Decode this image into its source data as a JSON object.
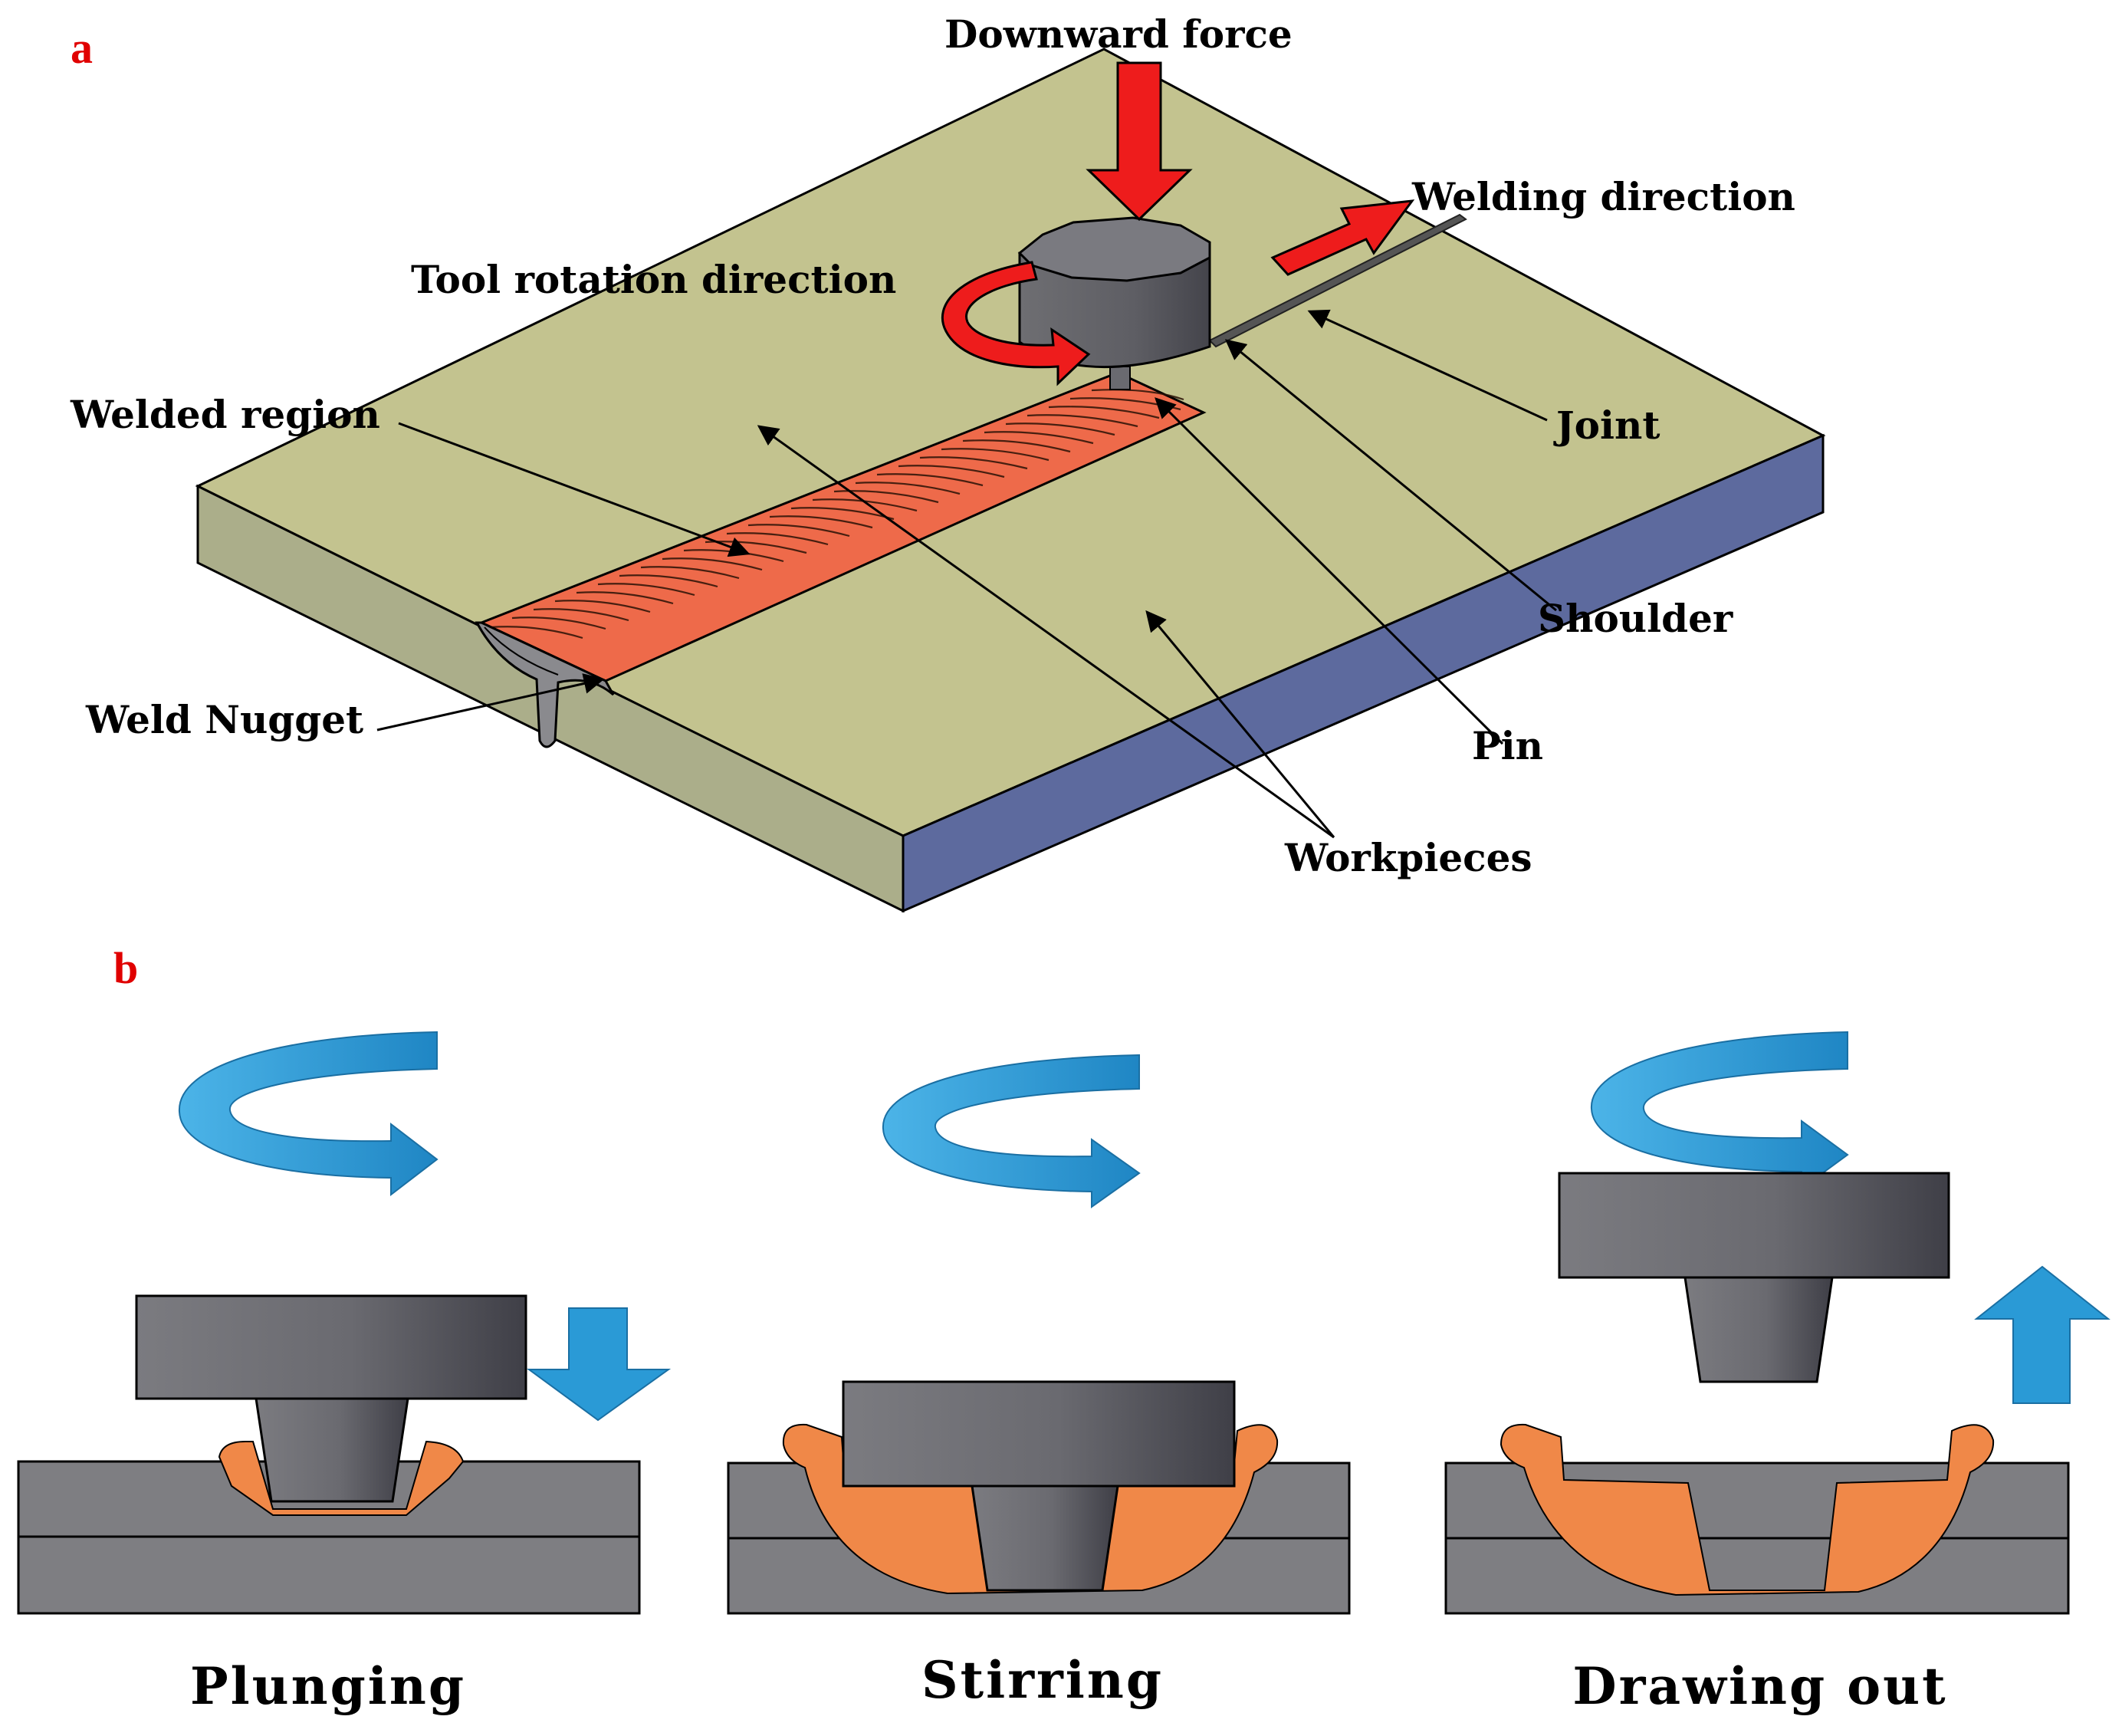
{
  "panel_a": {
    "letter": "a",
    "labels": {
      "downward_force": "Downward force",
      "welding_direction": "Welding direction",
      "tool_rotation": "Tool rotation direction",
      "welded_region": "Welded region",
      "joint": "Joint",
      "shoulder": "Shoulder",
      "weld_nugget": "Weld Nugget",
      "pin": "Pin",
      "workpieces": "Workpieces"
    }
  },
  "panel_b": {
    "letter": "b",
    "stages": [
      {
        "label": "Plunging"
      },
      {
        "label": "Stirring"
      },
      {
        "label": "Drawing out"
      }
    ]
  },
  "colors": {
    "plate_top": "#c3c38f",
    "plate_front": "#abae8a",
    "plate_side": "#5d6a9e",
    "weld": "#ee6a4a",
    "red_arrow": "#ee1c1c",
    "blue_arrow": "#2a9ad6",
    "flash": "#f08848",
    "tool_gray": "#6a6a70",
    "workpiece_gray": "#7e7e82"
  }
}
